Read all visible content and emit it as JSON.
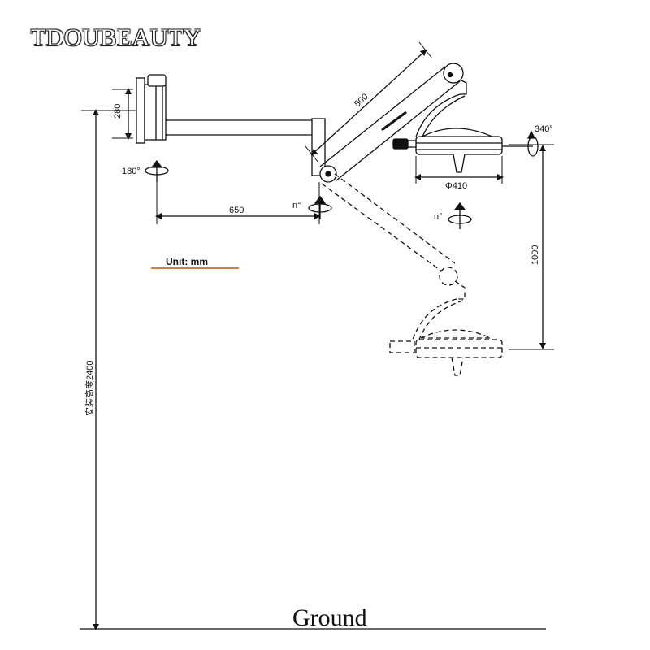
{
  "brand": "TDOUBEAUTY",
  "labels": {
    "wall_bracket_height": "280",
    "arm_length": "800",
    "horizontal_extension": "650",
    "lamp_diameter": "Φ410",
    "drop_height": "1000",
    "install_height": "安装高度2400",
    "unit": "Unit:  mm",
    "ground": "Ground"
  },
  "rotation_labels": {
    "wall_joint": "180°",
    "elbow_joint": "n°",
    "lamp_joint": "n°",
    "lamp_head": "340°"
  },
  "colors": {
    "line": "#111111",
    "unit_underline": "#c0521a"
  }
}
